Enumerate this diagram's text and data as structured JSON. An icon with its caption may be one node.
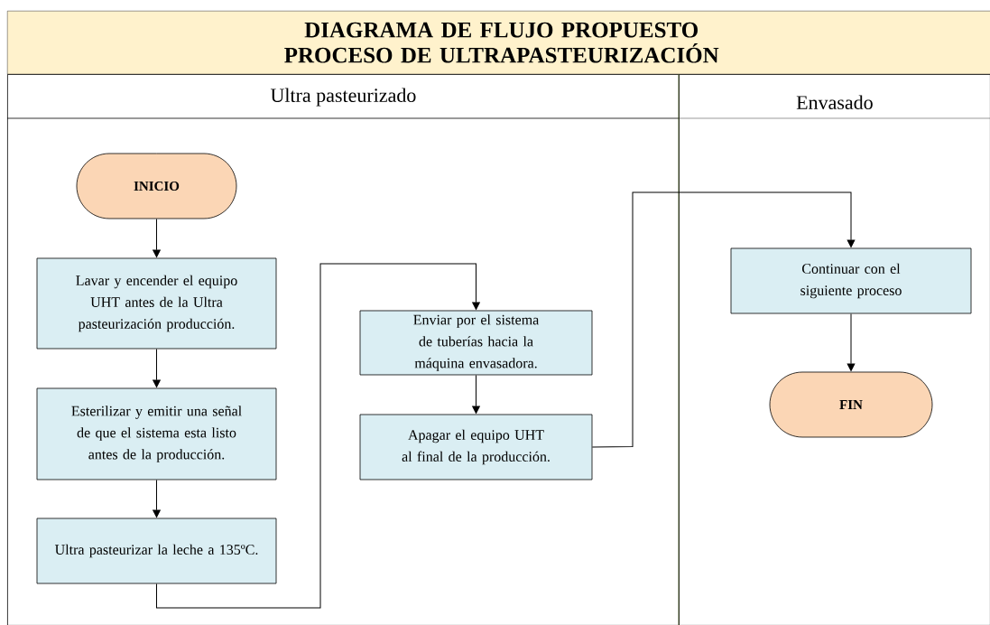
{
  "diagram": {
    "title": "DIAGRAMA DE FLUJO PROPUESTO  PROCESO DE ULTRAPASTEURIZACIÓN",
    "nodes": [
      {
        "text": [
          "Ultra pasteurizado"
        ]
      },
      {
        "text": [
          "INICIO"
        ],
        "in": 0
      },
      {
        "text": [
          "Lavar y encender el equipo UHT antes de la Ultra pasteurización producción."
        ],
        "in": 0
      },
      {
        "text": [
          "Esterilizar y emitir una señal de que el sistema esta listo antes de la producción."
        ],
        "in": 0
      },
      {
        "text": [
          "Ultra pasteurizar la leche a 135ºC."
        ],
        "in": 0
      },
      {
        "text": [
          "Enviar por el sistema de tuberías hacia la máquina envasadora."
        ],
        "in": 0
      },
      {
        "text": [
          "Apagar el equipo UHT al final de la producción."
        ],
        "in": 0
      },
      {
        "text": [
          "Envasado"
        ]
      },
      {
        "text": [
          "Continuar con el siguiente proceso"
        ],
        "in": 7
      },
      {
        "text": [
          "FIN"
        ],
        "in": 7
      }
    ],
    "edges": [
      {
        "from": 1,
        "to": 2,
        "arrow": "to"
      },
      {
        "from": 2,
        "to": 3,
        "arrow": "to"
      },
      {
        "from": 3,
        "to": 4,
        "arrow": "to"
      },
      {
        "from": 4,
        "to": 5,
        "arrow": "to"
      },
      {
        "from": 5,
        "to": 6,
        "arrow": "to"
      },
      {
        "from": 6,
        "to": 8,
        "arrow": "to"
      },
      {
        "from": 8,
        "to": 9,
        "arrow": "to"
      }
    ]
  }
}
